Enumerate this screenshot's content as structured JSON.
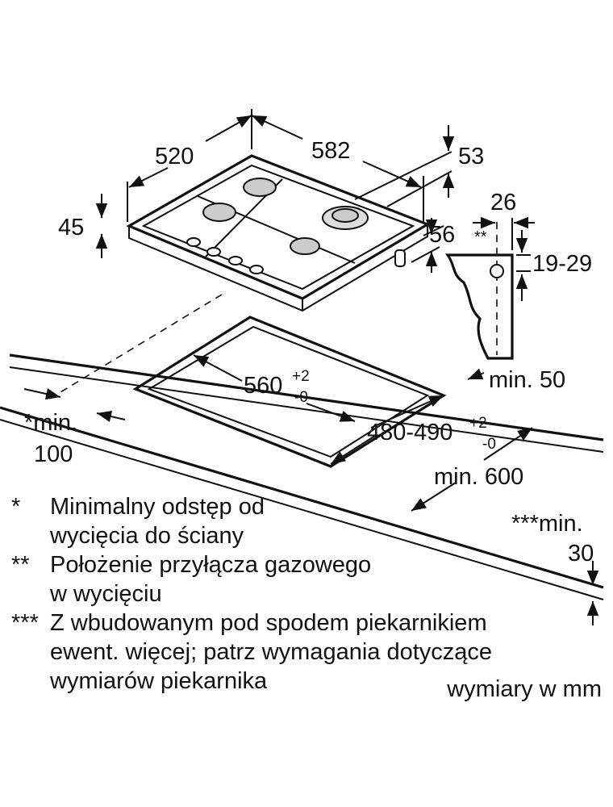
{
  "dimensions": {
    "depth": "520",
    "width": "582",
    "height_total": "53",
    "hob_height": "45",
    "connector_height": "56",
    "connector_offset": "26",
    "connector_mark": "**",
    "connector_depth_range": "19-29",
    "cutout_width": "560",
    "cutout_width_tol_plus": "+2",
    "cutout_width_tol_minus": "-0",
    "cutout_depth": "480-490",
    "cutout_depth_tol_plus": "+2",
    "cutout_depth_tol_minus": "-0",
    "min_back": "min. 50",
    "min_front_line1": "*min.",
    "min_front_line2": "100",
    "min_worktop": "min. 600",
    "min_below_line1": "***min.",
    "min_below_line2": "30"
  },
  "notes": [
    {
      "mark": "*",
      "lines": [
        "Minimalny odstęp od",
        "wycięcia do ściany"
      ]
    },
    {
      "mark": "**",
      "lines": [
        "Położenie przyłącza gazowego",
        "w wycięciu"
      ]
    },
    {
      "mark": "***",
      "lines": [
        "Z wbudowanym pod spodem piekarnikiem",
        "ewent. więcej; patrz wymagania dotyczące",
        "wymiarów piekarnika"
      ]
    }
  ],
  "units": "wymiary w mm"
}
